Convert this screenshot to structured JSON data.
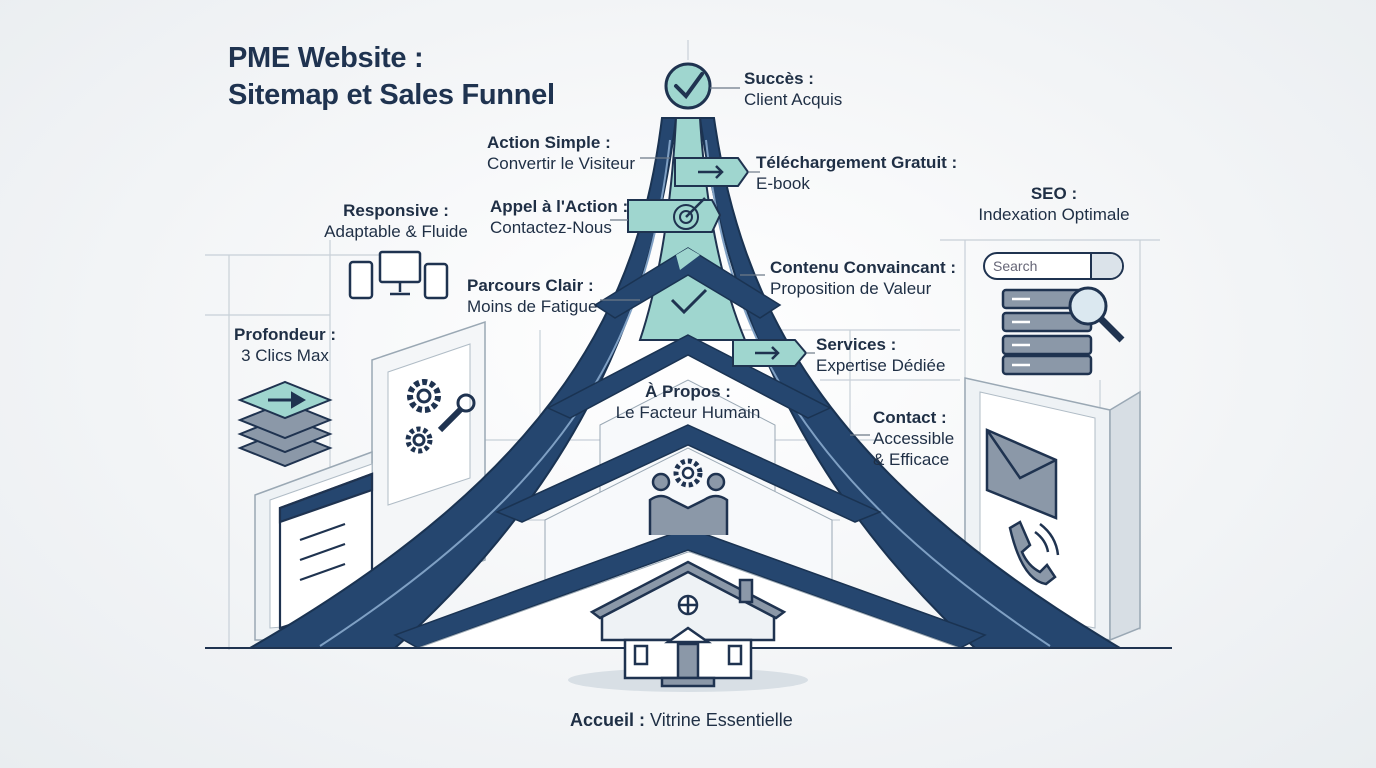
{
  "title": {
    "line1": "PME Website :",
    "line2": "Sitemap et Sales Funnel"
  },
  "stages": {
    "succes": {
      "heading": "Succès :",
      "detail": "Client Acquis"
    },
    "action_simple": {
      "heading": "Action Simple :",
      "detail": "Convertir le Visiteur"
    },
    "telechargement": {
      "heading": "Téléchargement Gratuit :",
      "detail": "E-book"
    },
    "appel_action": {
      "heading": "Appel à l'Action :",
      "detail": "Contactez-Nous"
    },
    "contenu": {
      "heading": "Contenu Convaincant :",
      "detail": "Proposition de Valeur"
    },
    "parcours": {
      "heading": "Parcours Clair :",
      "detail": "Moins de Fatigue"
    },
    "services": {
      "heading": "Services :",
      "detail": "Expertise Dédiée"
    },
    "a_propos": {
      "heading": "À Propos :",
      "detail": "Le Facteur Humain"
    },
    "contact": {
      "heading": "Contact :",
      "detail1": "Accessible",
      "detail2": "& Efficace"
    },
    "accueil": {
      "heading": "Accueil :",
      "detail": "Vitrine Essentielle"
    }
  },
  "side": {
    "responsive": {
      "heading": "Responsive :",
      "detail": "Adaptable & Fluide"
    },
    "profondeur": {
      "heading": "Profondeur :",
      "detail": "3 Clics Max"
    },
    "seo": {
      "heading": "SEO :",
      "detail": "Indexation Optimale"
    }
  },
  "search": {
    "placeholder": "Search"
  },
  "icons": [
    "checkmark-icon",
    "arrow-right-icon",
    "target-icon",
    "devices-icon",
    "gears-wrench-icon",
    "layers-arrow-icon",
    "search-icon",
    "server-icon",
    "magnifier-icon",
    "envelope-icon",
    "phone-icon",
    "handshake-icon",
    "house-icon",
    "browser-window-icon"
  ],
  "colors": {
    "navy": "#25466f",
    "teal": "#9fd6cf",
    "ink": "#1f2f45",
    "light": "#e4ecf1"
  }
}
